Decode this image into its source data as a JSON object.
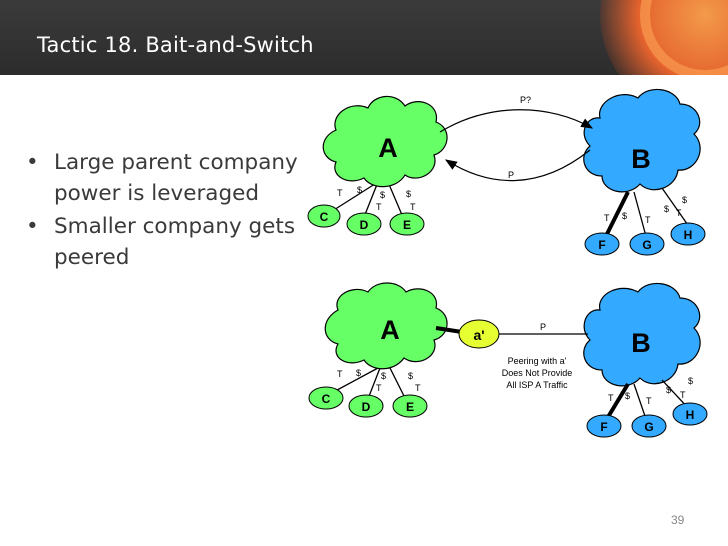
{
  "slide": {
    "title": "Tactic 18. Bait-and-Switch",
    "bullets": [
      "Large parent company power is leveraged",
      "Smaller company gets peered"
    ],
    "page_number": "39"
  },
  "diagram": {
    "top": {
      "cloud_a": "A",
      "cloud_b": "B",
      "edge_request": "P?",
      "edge_reply": "P",
      "a_children": [
        {
          "name": "C",
          "edge": "T"
        },
        {
          "name": "D",
          "edge": "$"
        },
        {
          "name": "E",
          "edge": "$"
        }
      ],
      "a_extra_t": [
        "T",
        "T"
      ],
      "b_children": [
        {
          "name": "F",
          "edge": "T"
        },
        {
          "name": "G",
          "edge": "$"
        },
        {
          "name": "H",
          "edge": "$"
        }
      ],
      "b_extra_t": [
        "T",
        "T"
      ]
    },
    "bottom": {
      "cloud_a": "A",
      "cloud_b": "B",
      "subsidiary": "a'",
      "edge_peer": "P",
      "note": [
        "Peering with a'",
        "Does Not Provide",
        "All ISP A Traffic"
      ],
      "a_children": [
        {
          "name": "C",
          "edge": "T"
        },
        {
          "name": "D",
          "edge": "$"
        },
        {
          "name": "E",
          "edge": "$"
        }
      ],
      "a_extra_t": [
        "T",
        "T"
      ],
      "b_children": [
        {
          "name": "F",
          "edge": "T"
        },
        {
          "name": "G",
          "edge": "$"
        },
        {
          "name": "H",
          "edge": "$"
        }
      ],
      "b_extra_t": [
        "T",
        "T"
      ]
    },
    "colors": {
      "cloud_a": "#66ff66",
      "cloud_b": "#33aaff",
      "small_a": "#66ff66",
      "small_b": "#33aaff",
      "subsidiary": "#e6ff33",
      "header": "#2f2f2f",
      "orb": "#e4622d"
    }
  }
}
